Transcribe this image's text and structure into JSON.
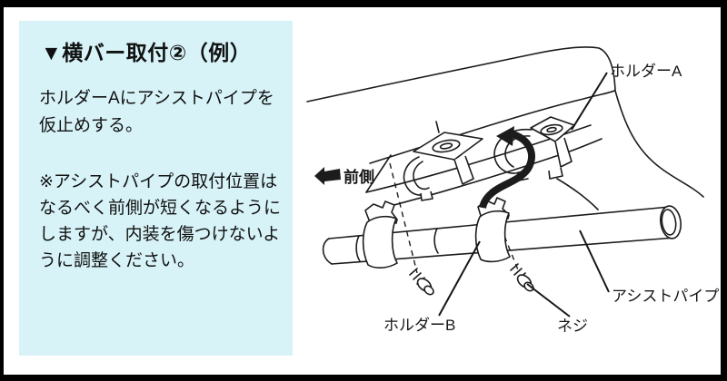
{
  "window": {
    "background": "#ffffff",
    "frame_color": "#000000"
  },
  "panel": {
    "background": "#d7f3f8",
    "title": "▼横バー取付②（例）",
    "body": "ホルダーAにアシストパイプを\n仮止めする。",
    "note": "※アシストパイプの取付位置は\nなるべく前側が短くなるように\nしますが、内装を傷つけないよ\nうに調整ください。"
  },
  "diagram": {
    "ink_color": "#1c1c1c",
    "front_label": "前側",
    "labels": {
      "holder_a": "ホルダーA",
      "holder_b": "ホルダーB",
      "screw": "ネジ",
      "assist_pipe": "アシストパイプ"
    }
  }
}
